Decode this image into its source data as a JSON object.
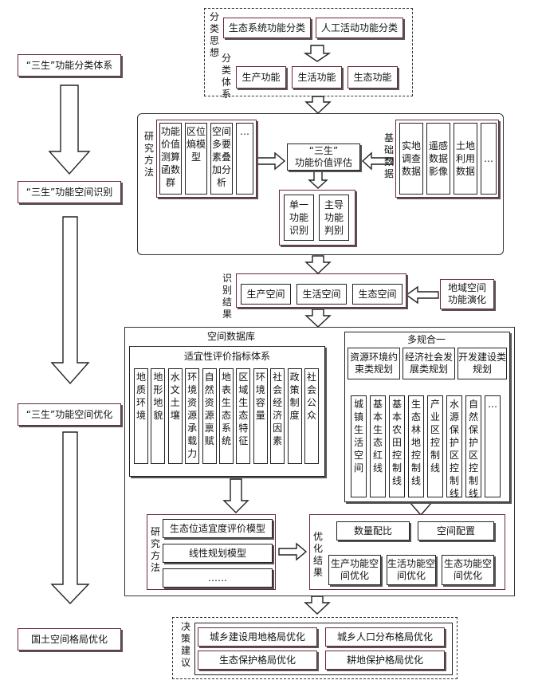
{
  "left_steps": [
    "“三生”功能分类体系",
    "“三生”功能空间识别",
    "“三生”功能空间优化",
    "国土空间格局优化"
  ],
  "classification": {
    "idea_label": "分类思想",
    "system_label": "分类体系",
    "ideas": [
      "生态系统功能分类",
      "人工活动功能分类"
    ],
    "functions": [
      "生产功能",
      "生活功能",
      "生态功能"
    ]
  },
  "identification": {
    "method_label": "研究方法",
    "methods": [
      "功能价值测算函数群",
      "区位熵模型",
      "空间多要素叠加分析",
      "…"
    ],
    "center": "“三生”\n功能价值评估",
    "results": [
      "单一功能识别",
      "主导功能判别"
    ],
    "data_label": "基础数据",
    "data": [
      "实地调查数据",
      "遥感数据影像",
      "土地利用数据",
      "…"
    ]
  },
  "recognition": {
    "label": "识别结果",
    "spaces": [
      "生产空间",
      "生活空间",
      "生态空间"
    ],
    "evolution": "地域空间\n功能演化"
  },
  "optimization": {
    "database_title": "空间数据库",
    "indicator_title": "适宜性评价指标体系",
    "indicators": [
      "地质环境",
      "地形地貌",
      "水文土壤",
      "环境资源承载力",
      "自然资源禀赋",
      "地表生态系统",
      "区域生态特征",
      "环境容量",
      "社会经济因素",
      "政策制度",
      "社会公众"
    ],
    "multi_title": "多规合一",
    "plan_types": [
      "资源环境约束类规划",
      "经济社会发展类规划",
      "开发建设类规划"
    ],
    "controls": [
      "城镇生活空间",
      "基本生态红线",
      "基本农田控制线",
      "生态林地控制线",
      "产业区控制线",
      "水源保护区控制线",
      "自然保护区控制线",
      "…"
    ],
    "method_label": "研究方法",
    "models": [
      "生态位适宜度评价模型",
      "线性规划模型",
      "……"
    ],
    "result_label": "优化结果",
    "ops": [
      "数量配比",
      "空间配置"
    ],
    "opt_results": [
      "生产功能空间优化",
      "生活功能空间优化",
      "生态功能空间优化"
    ]
  },
  "decision": {
    "label": "决策建议",
    "items": [
      "城乡建设用地格局优化",
      "城乡人口分布格局优化",
      "生态保护格局优化",
      "耕地保护格局优化"
    ]
  }
}
